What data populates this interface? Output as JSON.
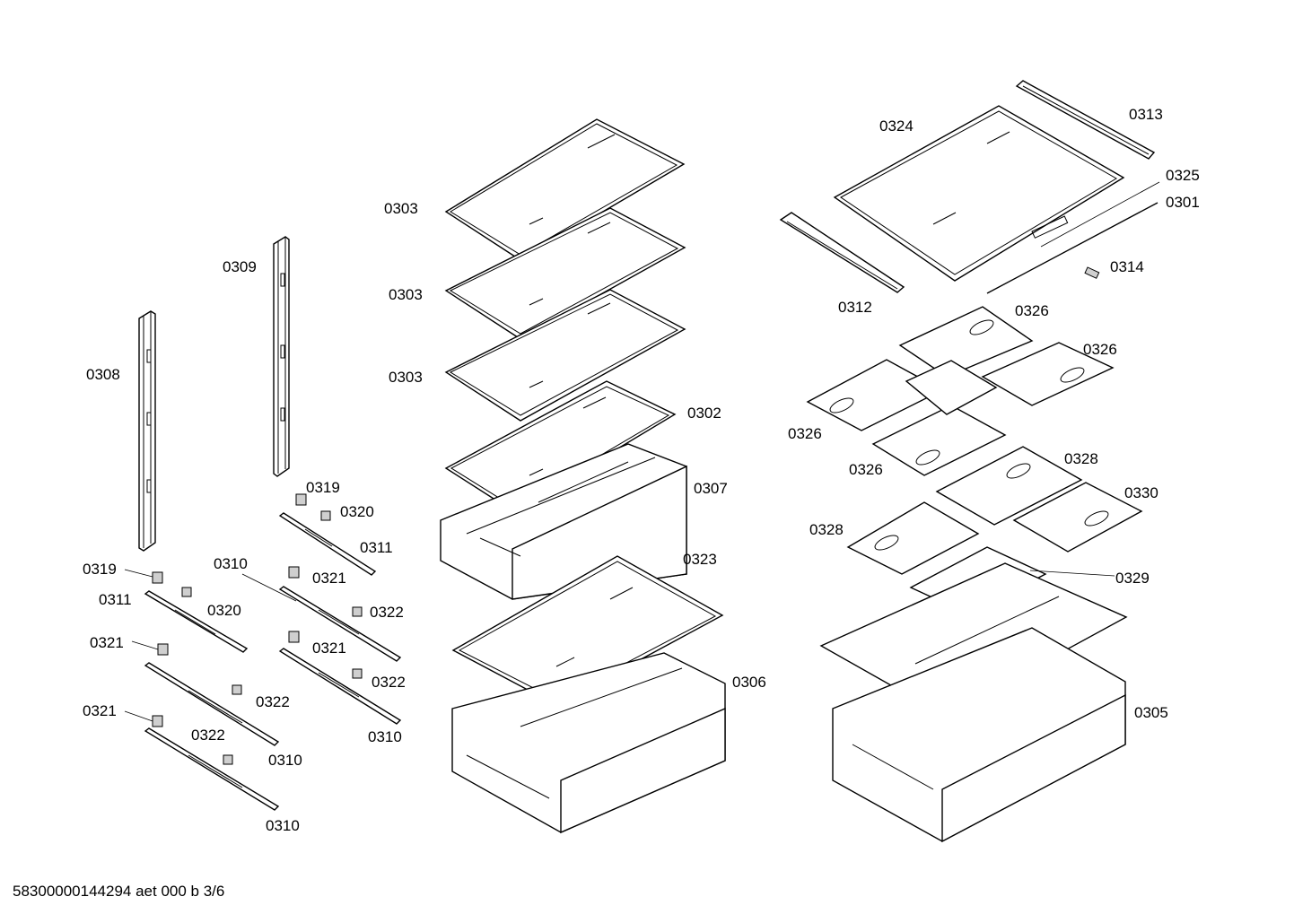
{
  "labels": {
    "p0313": "0313",
    "p0324": "0324",
    "p0325": "0325",
    "p0301": "0301",
    "p0314": "0314",
    "p0312": "0312",
    "p0326a": "0326",
    "p0326b": "0326",
    "p0326c": "0326",
    "p0326d": "0326",
    "p0328a": "0328",
    "p0330": "0330",
    "p0328b": "0328",
    "p0329": "0329",
    "p0305": "0305",
    "p0303a": "0303",
    "p0303b": "0303",
    "p0303c": "0303",
    "p0302": "0302",
    "p0307": "0307",
    "p0323": "0323",
    "p0306": "0306",
    "p0309": "0309",
    "p0308": "0308",
    "p0319a": "0319",
    "p0320a": "0320",
    "p0311a": "0311",
    "p0310a": "0310",
    "p0321a": "0321",
    "p0322a": "0322",
    "p0321b": "0321",
    "p0322b": "0322",
    "p0310b": "0310",
    "p0319b": "0319",
    "p0311b": "0311",
    "p0320b": "0320",
    "p0321c": "0321",
    "p0322c": "0322",
    "p0310c": "0310",
    "p0321d": "0321",
    "p0322d": "0322",
    "p0310d": "0310"
  },
  "footer": "58300000144294 aet 000 b 3/6"
}
